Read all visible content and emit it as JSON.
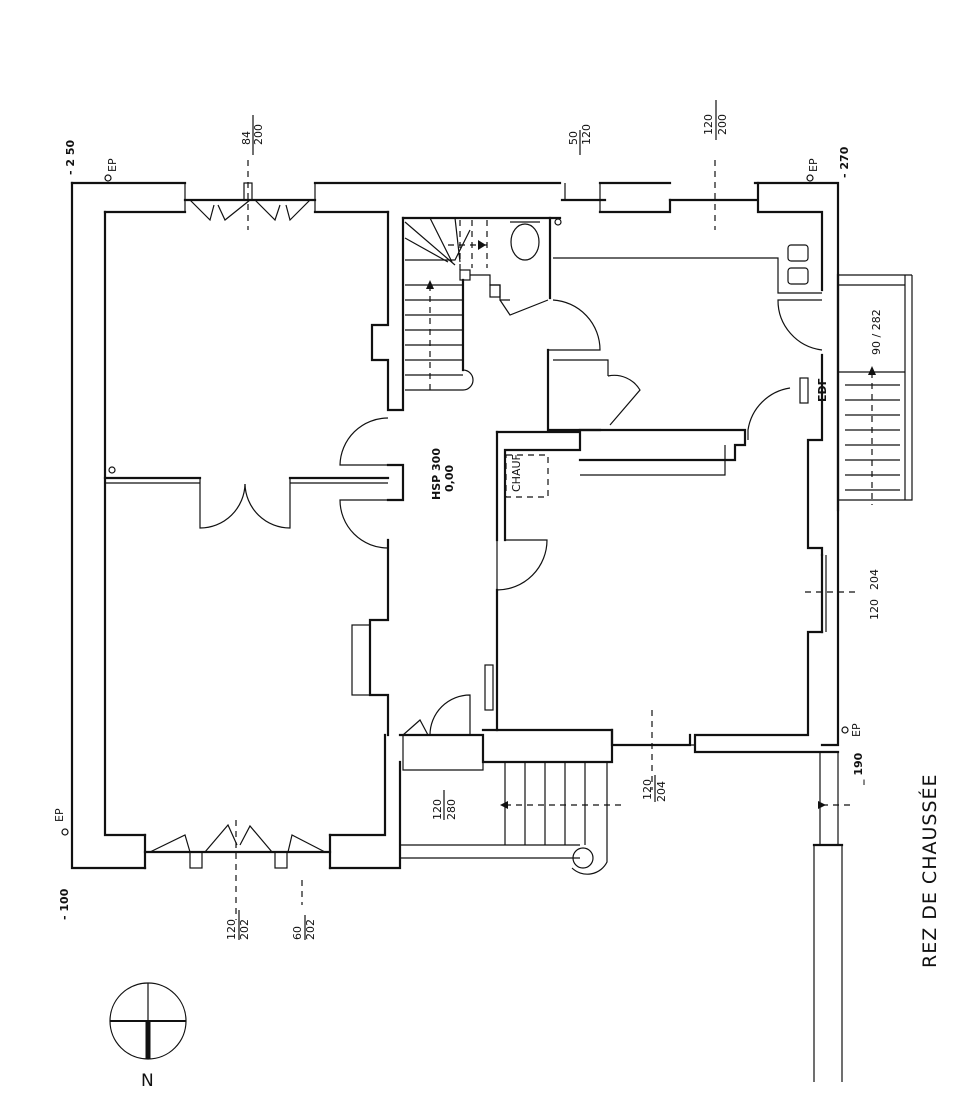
{
  "drawing": {
    "title": "REZ DE CHAUSSÉE",
    "north_label": "N",
    "colors": {
      "ink": "#111111",
      "paper": "#ffffff"
    }
  },
  "room_labels": {
    "hall_height": "HSP 300",
    "hall_level": "0,00",
    "boiler": "CHAUF",
    "electric_meter": "EDF"
  },
  "level_marks": {
    "top_left": "- 2 50",
    "top_right": "- 270",
    "bottom_left": "- 100",
    "bottom_right": "_ 190"
  },
  "drain_marks": [
    "EP",
    "EP",
    "EP",
    "EP"
  ],
  "openings": [
    {
      "id": "window-top-1",
      "width": "84",
      "height": "200"
    },
    {
      "id": "window-top-2",
      "width": "50",
      "height": "120"
    },
    {
      "id": "window-top-3",
      "width": "120",
      "height": "200"
    },
    {
      "id": "stair-right",
      "label": "90 / 282"
    },
    {
      "id": "window-right",
      "width": "120",
      "height": "204"
    },
    {
      "id": "window-bottom",
      "width": "120",
      "height": "204"
    },
    {
      "id": "entry-door",
      "width": "120",
      "height": "280"
    },
    {
      "id": "window-left-1",
      "width": "120",
      "height": "202"
    },
    {
      "id": "window-left-2",
      "width": "60",
      "height": "202"
    }
  ]
}
